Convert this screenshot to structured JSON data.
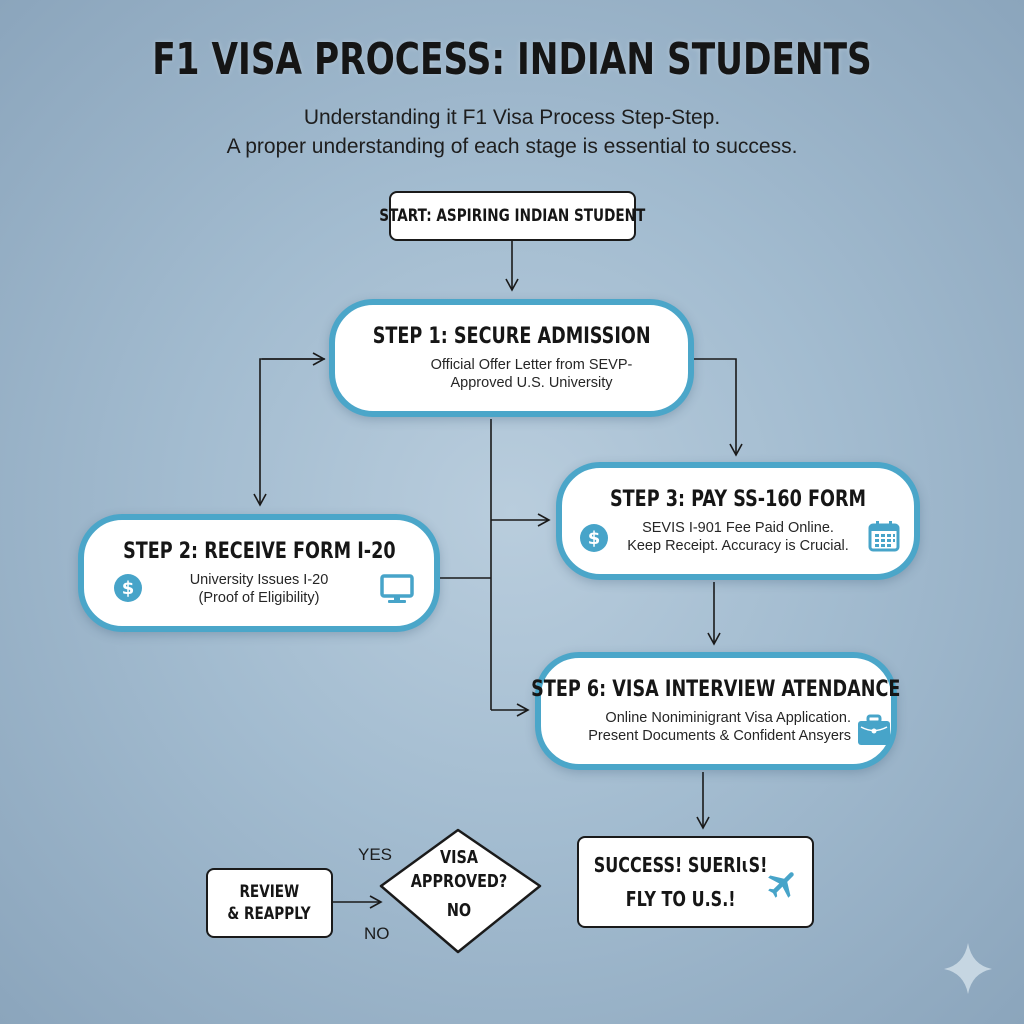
{
  "header": {
    "title": "F1 VISA PROCESS: INDIAN STUDENTS",
    "subtitle_line1": "Understanding it F1 Visa Process Step-Step.",
    "subtitle_line2": "A proper understanding of each stage is essential to success."
  },
  "nodes": {
    "start": {
      "label": "START: ASPIRING INDIAN STUDENT"
    },
    "step1": {
      "title": "STEP 1: SECURE ADMISSION",
      "line1": "Official Offer Letter from SEVP-",
      "line2": "Approved U.S. University"
    },
    "step2": {
      "title": "STEP 2: RECEIVE FORM I-20",
      "line1": "University Issues I-20",
      "line2": "(Proof of Eligibility)",
      "icons": [
        "dollar-icon",
        "monitor-icon"
      ]
    },
    "step3": {
      "title": "STEP 3: PAY SS-160 FORM",
      "line1": "SEVIS I-901 Fee Paid Online.",
      "line2": "Keep Receipt. Accuracy is Crucial.",
      "icons": [
        "dollar-icon",
        "calendar-icon"
      ]
    },
    "step6": {
      "title": "STEP 6: VISA INTERVIEW ATENDANCE",
      "line1": "Online Noniminigrant Visa Application.",
      "line2": "Present Documents & Confident Ansyers",
      "icons": [
        "briefcase-icon"
      ]
    },
    "decision": {
      "line1": "VISA",
      "line2": "APPROVED?",
      "line3": "NO",
      "yes_label": "YES",
      "no_label": "NO"
    },
    "review": {
      "line1": "REVIEW",
      "line2": "& REAPPLY"
    },
    "success": {
      "line1": "SUCCESS! SUERIɩS!",
      "line2": "FLY TO U.S.!",
      "icons": [
        "airplane-icon"
      ]
    }
  },
  "colors": {
    "accent": "#4ba6c9",
    "background": "#a3bcd0",
    "text": "#161616"
  },
  "watermark": {
    "icon": "sparkle-icon"
  }
}
